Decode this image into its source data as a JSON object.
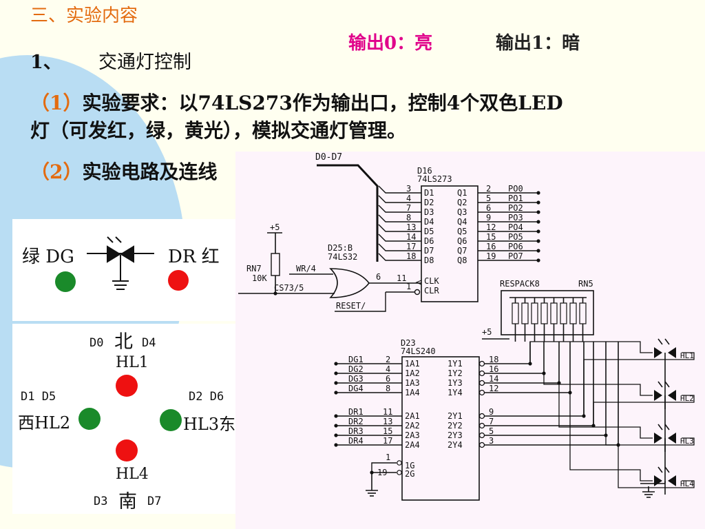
{
  "slide": {
    "section_title": "三、实验内容",
    "output0": "输出0：亮",
    "output1": "输出1：暗",
    "item_number": "1、",
    "item_title": "交通灯控制",
    "req_line1_prefix": "（1）",
    "req_line1_text": "实验要求：以74LS273作为输出口，控制4个双色LED",
    "req_line2": "灯（可发红，绿，黄光），模拟交通灯管理。",
    "circuit_prefix": "（2）",
    "circuit_text": "实验电路及连线"
  },
  "led_legend": {
    "green_label": "绿 DG",
    "red_label": "DR 红"
  },
  "traffic": {
    "north_left": "D0",
    "north": "北",
    "north_right": "D4",
    "hl1": "HL1",
    "west_pins": "D1 D5",
    "west": "西",
    "hl2": "HL2",
    "east_pins": "D2 D6",
    "hl3": "HL3",
    "east": "东",
    "hl4": "HL4",
    "south_left": "D3",
    "south": "南",
    "south_right": "D7"
  },
  "circuit": {
    "bus": "D0-D7",
    "d16_ref": "D16",
    "d16_part": "74LS273",
    "d16_in_pins": [
      "3",
      "4",
      "7",
      "8",
      "13",
      "14",
      "17",
      "18"
    ],
    "d16_in_names": [
      "D1",
      "D2",
      "D3",
      "D4",
      "D5",
      "D6",
      "D7",
      "D8"
    ],
    "d16_out_names": [
      "Q1",
      "Q2",
      "Q3",
      "Q4",
      "Q5",
      "Q6",
      "Q7",
      "Q8"
    ],
    "d16_out_pins": [
      "2",
      "5",
      "6",
      "9",
      "12",
      "15",
      "16",
      "19"
    ],
    "port_names": [
      "PO0",
      "PO1",
      "PO2",
      "PO3",
      "PO4",
      "PO5",
      "PO6",
      "PO7"
    ],
    "clk": "CLK",
    "clr": "CLR",
    "clk_pin": "11",
    "clr_pin": "1",
    "gate_ref": "D25:B",
    "gate_part": "74LS32",
    "gate_out_pin": "6",
    "wr": "WR/4",
    "cs": "CS73/5",
    "reset": "RESET/",
    "rn7_ref": "RN7",
    "rn7_val": "10K",
    "plus5": "+5",
    "respack": "RESPACK8",
    "rn5": "RN5",
    "d23_ref": "D23",
    "d23_part": "74LS240",
    "dg_in": [
      "DG1",
      "DG2",
      "DG3",
      "DG4"
    ],
    "dg_pins": [
      "2",
      "4",
      "6",
      "8"
    ],
    "a1_names": [
      "1A1",
      "1A2",
      "1A3",
      "1A4"
    ],
    "y1_names": [
      "1Y1",
      "1Y2",
      "1Y3",
      "1Y4"
    ],
    "y1_pins": [
      "18",
      "16",
      "14",
      "12"
    ],
    "dr_in": [
      "DR1",
      "DR2",
      "DR3",
      "DR4"
    ],
    "dr_pins": [
      "11",
      "13",
      "15",
      "17"
    ],
    "a2_names": [
      "2A1",
      "2A2",
      "2A3",
      "2A4"
    ],
    "y2_names": [
      "2Y1",
      "2Y2",
      "2Y3",
      "2Y4"
    ],
    "y2_pins": [
      "9",
      "7",
      "5",
      "3"
    ],
    "g1_pin": "1",
    "g2_pin": "19",
    "g1_name": "1G",
    "g2_name": "2G",
    "hl_labels": [
      "HL1",
      "HL2",
      "HL3",
      "HL4"
    ]
  },
  "colors": {
    "orange": "#e36b10",
    "magenta": "#e0008a",
    "led_green": "#1a8a2a",
    "led_red": "#ee1111",
    "panel": "#fdf4fb",
    "bg": "#fffff0"
  }
}
